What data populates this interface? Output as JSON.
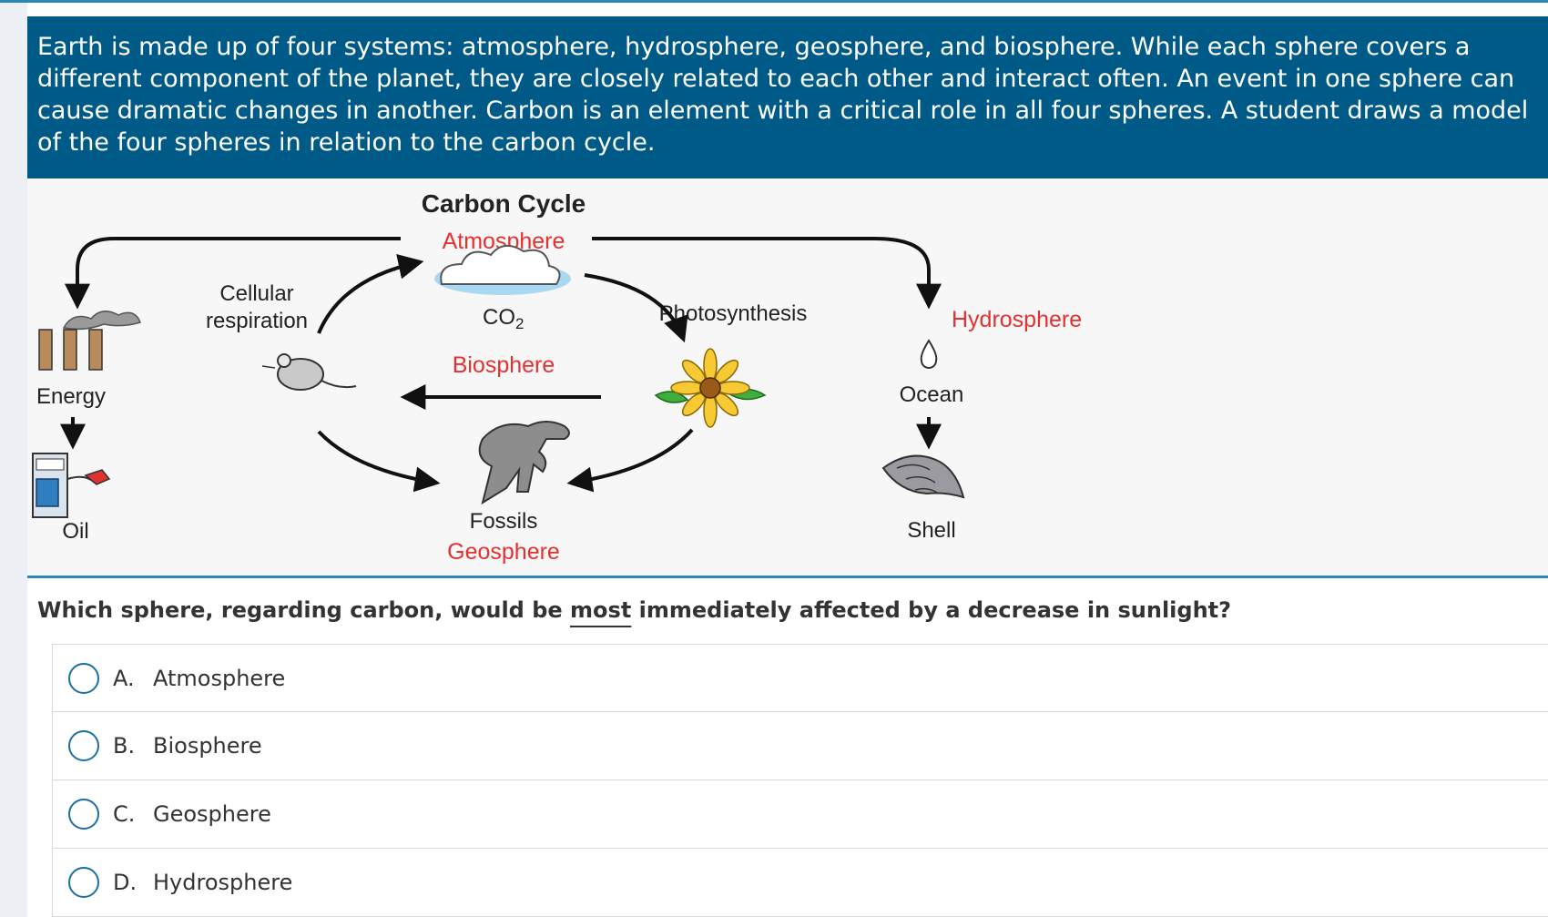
{
  "passage": {
    "text": "Earth is made up of four systems: atmosphere, hydrosphere, geosphere, and biosphere. While each sphere covers a different component of the planet, they are closely related to each other and interact often. An event in one sphere can cause dramatic changes in another. Carbon is an element with a critical role in all four spheres. A student draws a model of the four spheres in relation to the carbon cycle."
  },
  "figure": {
    "title": "Carbon Cycle",
    "atmosphere": "Atmosphere",
    "co2_main": "CO",
    "co2_sub": "2",
    "cellular_1": "Cellular",
    "cellular_2": "respiration",
    "photosynthesis": "Photosynthesis",
    "biosphere": "Biosphere",
    "hydrosphere": "Hydrosphere",
    "energy": "Energy",
    "oil": "Oil",
    "ocean": "Ocean",
    "shell": "Shell",
    "fossils": "Fossils",
    "geosphere": "Geosphere",
    "colors": {
      "sphere_label": "#e53030",
      "arrow": "#111111",
      "text": "#222222"
    }
  },
  "question": {
    "before": "Which sphere, regarding carbon, would be ",
    "emphasis": "most",
    "after": " immediately affected by a decrease in sunlight?"
  },
  "choices": [
    {
      "letter": "A.",
      "text": "Atmosphere"
    },
    {
      "letter": "B.",
      "text": "Biosphere"
    },
    {
      "letter": "C.",
      "text": "Geosphere"
    },
    {
      "letter": "D.",
      "text": "Hydrosphere"
    }
  ]
}
